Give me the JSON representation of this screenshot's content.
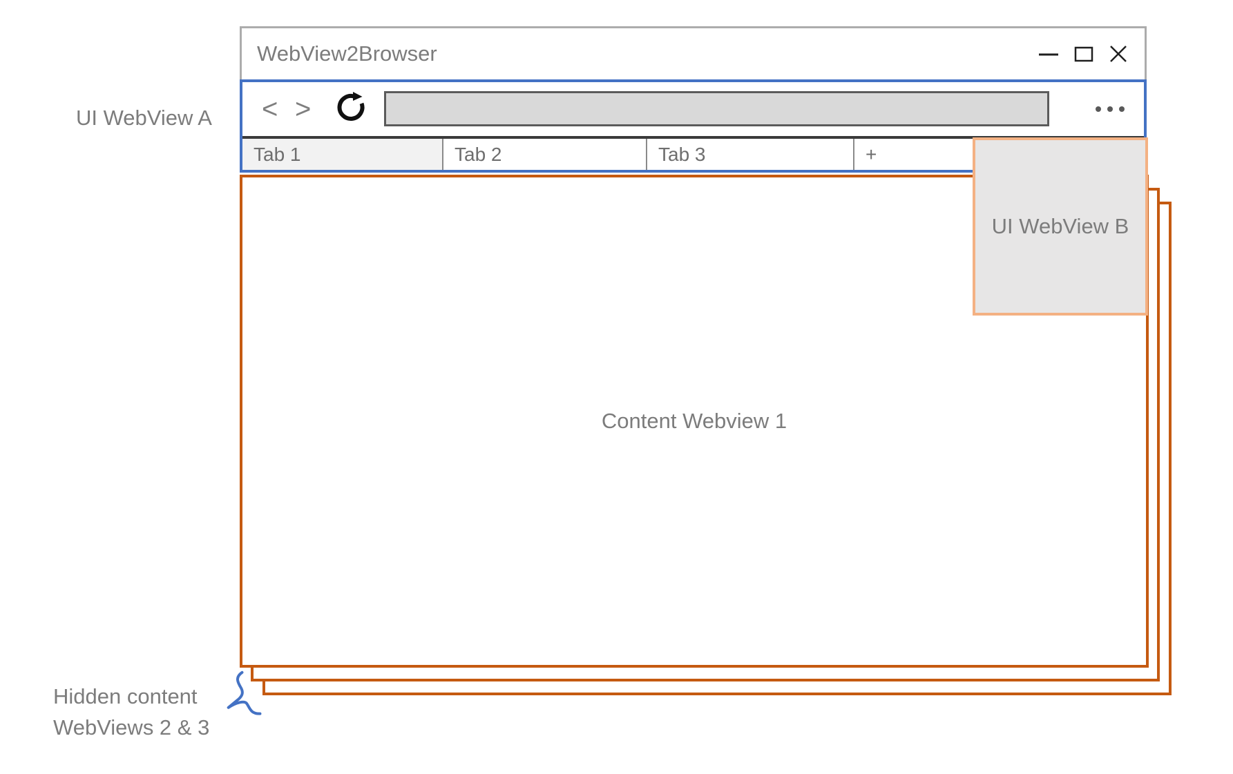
{
  "diagram": {
    "window": {
      "title": "WebView2Browser"
    },
    "toolbar": {
      "back": "<",
      "forward": ">"
    },
    "tabs": [
      {
        "label": "Tab 1",
        "active": true
      },
      {
        "label": "Tab 2",
        "active": false
      },
      {
        "label": "Tab 3",
        "active": false
      },
      {
        "label": "+",
        "active": false
      }
    ],
    "annotations": {
      "ui_webview_a": "UI WebView A",
      "ui_webview_b": "UI WebView B",
      "content_webview_1": "Content Webview 1",
      "hidden_line1": "Hidden content",
      "hidden_line2": "WebViews 2 & 3"
    },
    "icons": {
      "minimize": "—",
      "maximize": "□",
      "close": "✕",
      "reload": "↻",
      "more_menu": "⋯",
      "brace": "{"
    },
    "colors": {
      "ui_webview_border": "#4472C4",
      "content_webview_border": "#C55A11",
      "ui_webview_b_border": "#F4B183",
      "ui_webview_b_fill": "#E7E6E6",
      "window_border": "#ACACAC",
      "annotation_text": "#7C7C7C",
      "address_bar_fill": "#D9D9D9",
      "address_bar_border": "#5B5B5B",
      "active_tab_fill": "#F2F2F2",
      "tab_strip_line": "#3A3A3A"
    }
  }
}
